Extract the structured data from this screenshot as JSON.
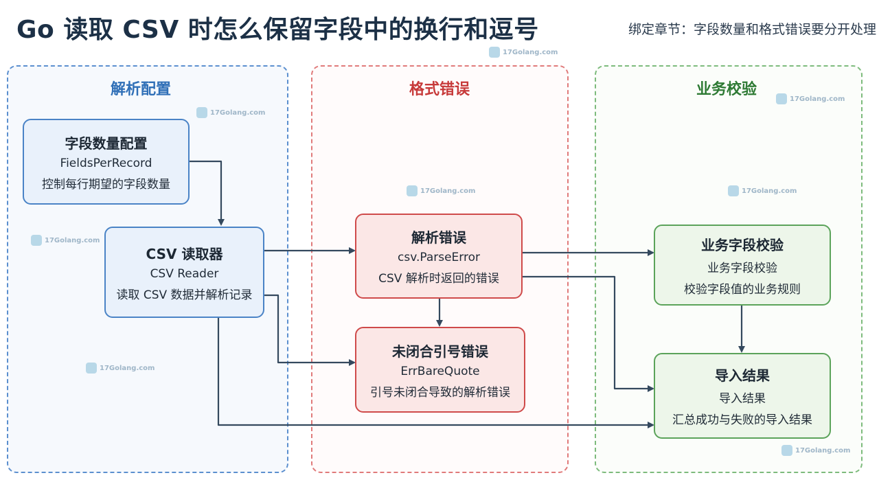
{
  "header": {
    "title": "Go 读取 CSV 时怎么保留字段中的换行和逗号",
    "subtitle": "绑定章节：字段数量和格式错误要分开处理"
  },
  "zones": {
    "parse_config": {
      "title": "解析配置",
      "color": "#2f6fb7"
    },
    "format_error": {
      "title": "格式错误",
      "color": "#c73a3a"
    },
    "business_validation": {
      "title": "业务校验",
      "color": "#2e7a34"
    }
  },
  "nodes": {
    "fields_per_record": {
      "title": "字段数量配置",
      "line1": "FieldsPerRecord",
      "line2": "控制每行期望的字段数量"
    },
    "csv_reader": {
      "title": "CSV 读取器",
      "line1": "CSV Reader",
      "line2": "读取 CSV 数据并解析记录"
    },
    "parse_error": {
      "title": "解析错误",
      "line1": "csv.ParseError",
      "line2": "CSV 解析时返回的错误"
    },
    "err_bare_quote": {
      "title": "未闭合引号错误",
      "line1": "ErrBareQuote",
      "line2": "引号未闭合导致的解析错误"
    },
    "business_field_check": {
      "title": "业务字段校验",
      "line1": "业务字段校验",
      "line2": "校验字段值的业务规则"
    },
    "import_result": {
      "title": "导入结果",
      "line1": "导入结果",
      "line2": "汇总成功与失败的导入结果"
    }
  },
  "watermark": {
    "text": "17Golang.com"
  },
  "colors": {
    "arrow": "#34495e",
    "blue_border": "#4a83c6",
    "red_border": "#cf4a4a",
    "green_border": "#5ba35a"
  }
}
